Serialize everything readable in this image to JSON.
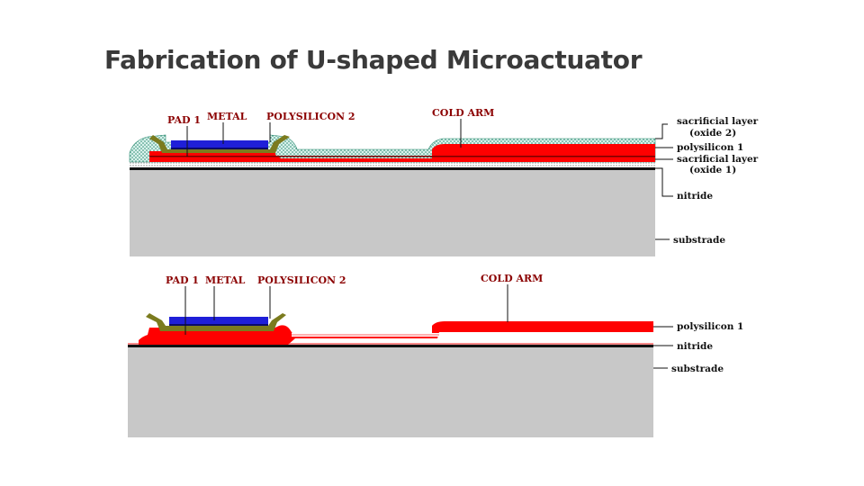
{
  "slide": {
    "title": "Fabrication of U-shaped Microactuator"
  },
  "diagram_top": {
    "labels": {
      "pad": "PAD 1",
      "metal": "METAL",
      "poly2": "POLYSILICON 2",
      "cold_arm": "COLD ARM"
    },
    "legend": {
      "sac2_line1": "sacrificial layer",
      "sac2_line2": "(oxide 2)",
      "poly1": "polysilicon 1",
      "sac1_line1": "sacrificial layer",
      "sac1_line2": "(oxide 1)",
      "nitride": "nitride",
      "substrate": "substrade"
    }
  },
  "diagram_bottom": {
    "labels": {
      "pad": "PAD 1",
      "metal": "METAL",
      "poly2": "POLYSILICON 2",
      "cold_arm": "COLD ARM"
    },
    "legend": {
      "poly1": "polysilicon 1",
      "nitride": "nitride",
      "substrate": "substrade"
    }
  },
  "colors": {
    "substrate": "#c8c8c8",
    "nitride": "#111111",
    "polysilicon1": "#ff0000",
    "polysilicon2": "#7b7b1e",
    "metal": "#1f1fd8",
    "oxide": "#cfeee8",
    "label_red": "#8b0000"
  }
}
